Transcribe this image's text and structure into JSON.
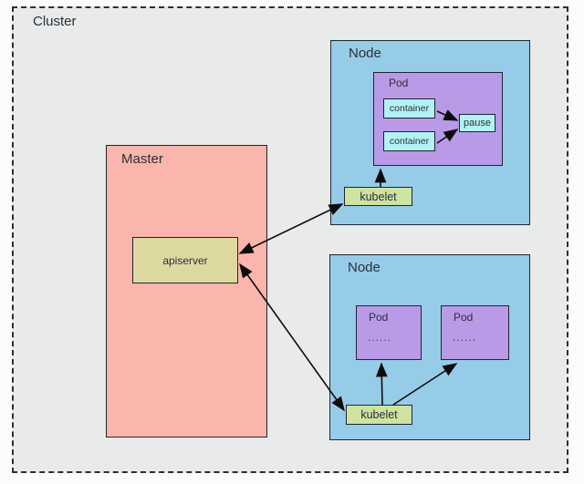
{
  "cluster": {
    "label": "Cluster",
    "master": {
      "label": "Master",
      "apiserver": {
        "label": "apiserver"
      }
    },
    "nodes": [
      {
        "label": "Node",
        "kubelet_label": "kubelet",
        "pod": {
          "label": "Pod",
          "containers": [
            {
              "label": "container"
            },
            {
              "label": "container"
            }
          ],
          "pause_label": "pause"
        }
      },
      {
        "label": "Node",
        "kubelet_label": "kubelet",
        "pods": [
          {
            "label": "Pod",
            "dots": "......"
          },
          {
            "label": "Pod",
            "dots": "......"
          }
        ]
      }
    ]
  },
  "colors": {
    "outer-bg": "#fcfcfc",
    "cluster-bg": "#e9ebeb",
    "node-fill": "#97cce9",
    "pod-fill": "#b99ae6",
    "container-fill": "#b2f2f4",
    "kubelet-fill": "#cfe3a1",
    "master-fill": "#fab5ad",
    "apiserver-fill": "#ded9a1",
    "box-border": "#1f2430",
    "arrow": "#0d0d0d",
    "text": "#2b2f38"
  }
}
